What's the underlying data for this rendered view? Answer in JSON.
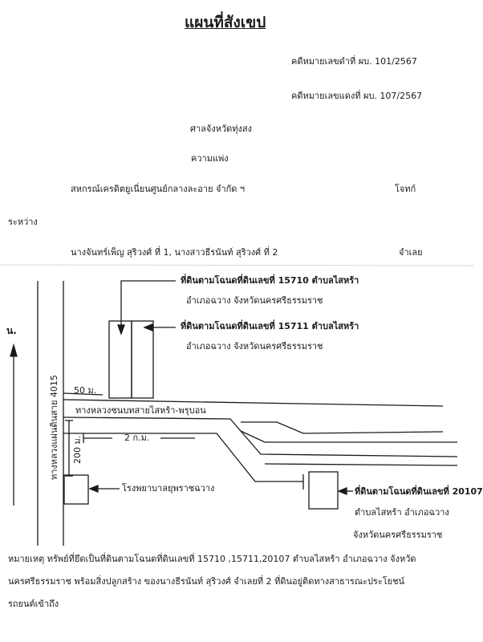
{
  "document": {
    "title": "แผนที่สังเขป",
    "black_case": "คดีหมายเลขดำที่  ผบ. 101/2567",
    "red_case": "คดีหมายเลขแดงที่  ผบ. 107/2567",
    "court": "ศาลจังหวัดทุ่งสง",
    "case_type": "ความแพ่ง",
    "plaintiff": "สหกรณ์เครดิตยูเนี่ยนศูนย์กลางละอาย จำกัด ฯ",
    "plaintiff_role": "โจทก์",
    "between": "ระหว่าง",
    "defendants": "นางจันทร์เพ็ญ  สุริวงศ์  ที่ 1,  นางสาวธีรนันท์  สุริวงศ์  ที่ 2",
    "defendant_role": "จำเลย"
  },
  "map": {
    "north_label": "น.",
    "parcel_1_line1": "ที่ดินตามโฉนดที่ดินเลขที่  15710  ตำบลไสหร้า",
    "parcel_1_line2": "อำเภอฉวาง  จังหวัดนครศรีธรรมราช",
    "parcel_2_line1": "ที่ดินตามโฉนดที่ดินเลขที่  15711  ตำบลไสหร้า",
    "parcel_2_line2": "อำเภอฉวาง  จังหวัดนครศรีธรรมราช",
    "highway": "ทางหลวงแผ่นดินสาย 4015",
    "rural_road": "ทางหลวงชนบทสายไสหร้า-พรุบอน",
    "dist_50": "50 ม.",
    "dist_200": "200 ม.",
    "dist_2km": "2 ก.ม.",
    "hospital": "โรงพยาบาลยุพราชฉวาง",
    "parcel_3_line1": "ที่ดินตามโฉนดที่ดินเลขที่ 20107",
    "parcel_3_line2": "ตำบลไสหร้า  อำเภอฉวาง",
    "parcel_3_line3": "จังหวัดนครศรีธรรมราช"
  },
  "notes": {
    "line1": "หมายเหตุ   ทรัพย์ที่ยึดเป็นที่ดินตามโฉนดที่ดินเลขที่  15710 ,15711,20107   ตำบลไสหร้า  อำเภอฉวาง  จังหวัด",
    "line2": "นครศรีธรรมราช พร้อมสิ่งปลูกสร้าง  ของนางธีรนันท์  สุริวงศ์  จำเลยที่ 2  ที่ดินอยู่ติดทางสาธารณะประโยชน์",
    "line3": "รถยนต์เข้าถึง"
  }
}
